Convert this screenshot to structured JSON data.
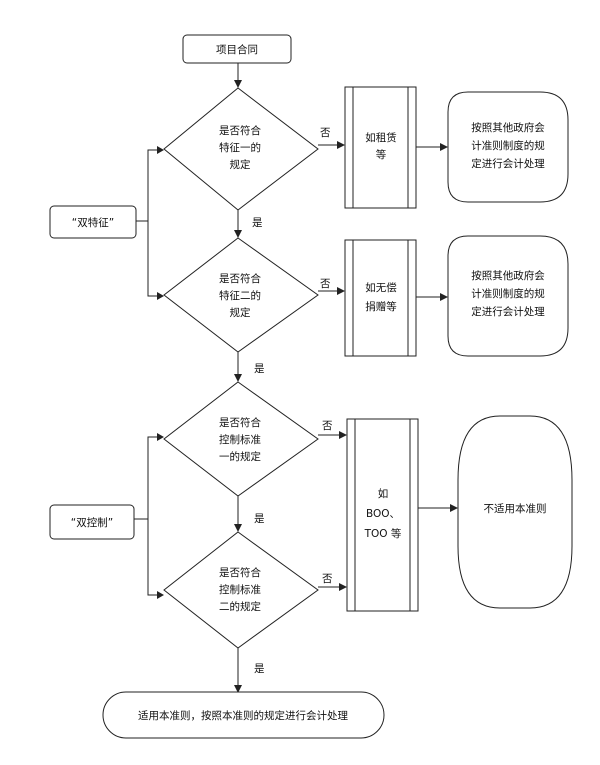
{
  "start": {
    "label": "项目合同"
  },
  "features": {
    "label": "“双特征”"
  },
  "control": {
    "label": "“双控制”"
  },
  "decisions": [
    {
      "lines": [
        "是否符合",
        "特征一的",
        "规定"
      ]
    },
    {
      "lines": [
        "是否符合",
        "特征二的",
        "规定"
      ]
    },
    {
      "lines": [
        "是否符合",
        "控制标准",
        "一的规定"
      ]
    },
    {
      "lines": [
        "是否符合",
        "控制标准",
        "二的规定"
      ]
    }
  ],
  "examples": [
    {
      "lines": [
        "如租赁",
        "等"
      ]
    },
    {
      "lines": [
        "如无偿",
        "捐赠等"
      ]
    },
    {
      "lines": [
        "如",
        "BOO、",
        "TOO 等"
      ]
    }
  ],
  "outcomes": [
    {
      "lines": [
        "按照其他政府会",
        "计准则制度的规",
        "定进行会计处理"
      ]
    },
    {
      "lines": [
        "按照其他政府会",
        "计准则制度的规",
        "定进行会计处理"
      ]
    },
    {
      "lines": [
        "不适用本准则"
      ]
    }
  ],
  "end": {
    "label": "适用本准则，按照本准则的规定进行会计处理"
  },
  "branch_labels": {
    "yes": "是",
    "no": "否"
  }
}
